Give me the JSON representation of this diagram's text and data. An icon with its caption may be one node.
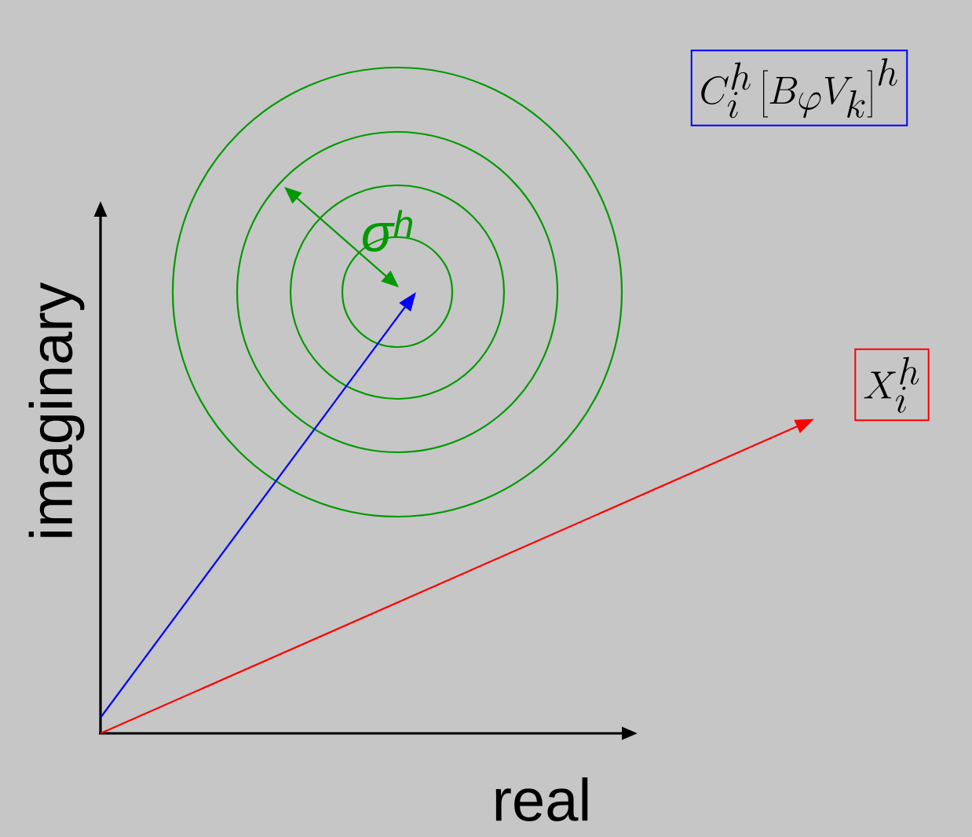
{
  "diagram": {
    "nodes": [
      {
        "text": [
          "C_i^h\\left[B_\\varphi V_k\\right]^h"
        ]
      },
      {
        "text": [
          "X_i^h"
        ]
      }
    ],
    "edges": [
      {
        "from": null,
        "to": 1,
        "arrow": "to",
        "color": "#ff0000"
      }
    ],
    "labels": [
      "σ$^{h}$",
      "imaginary",
      "real"
    ]
  }
}
